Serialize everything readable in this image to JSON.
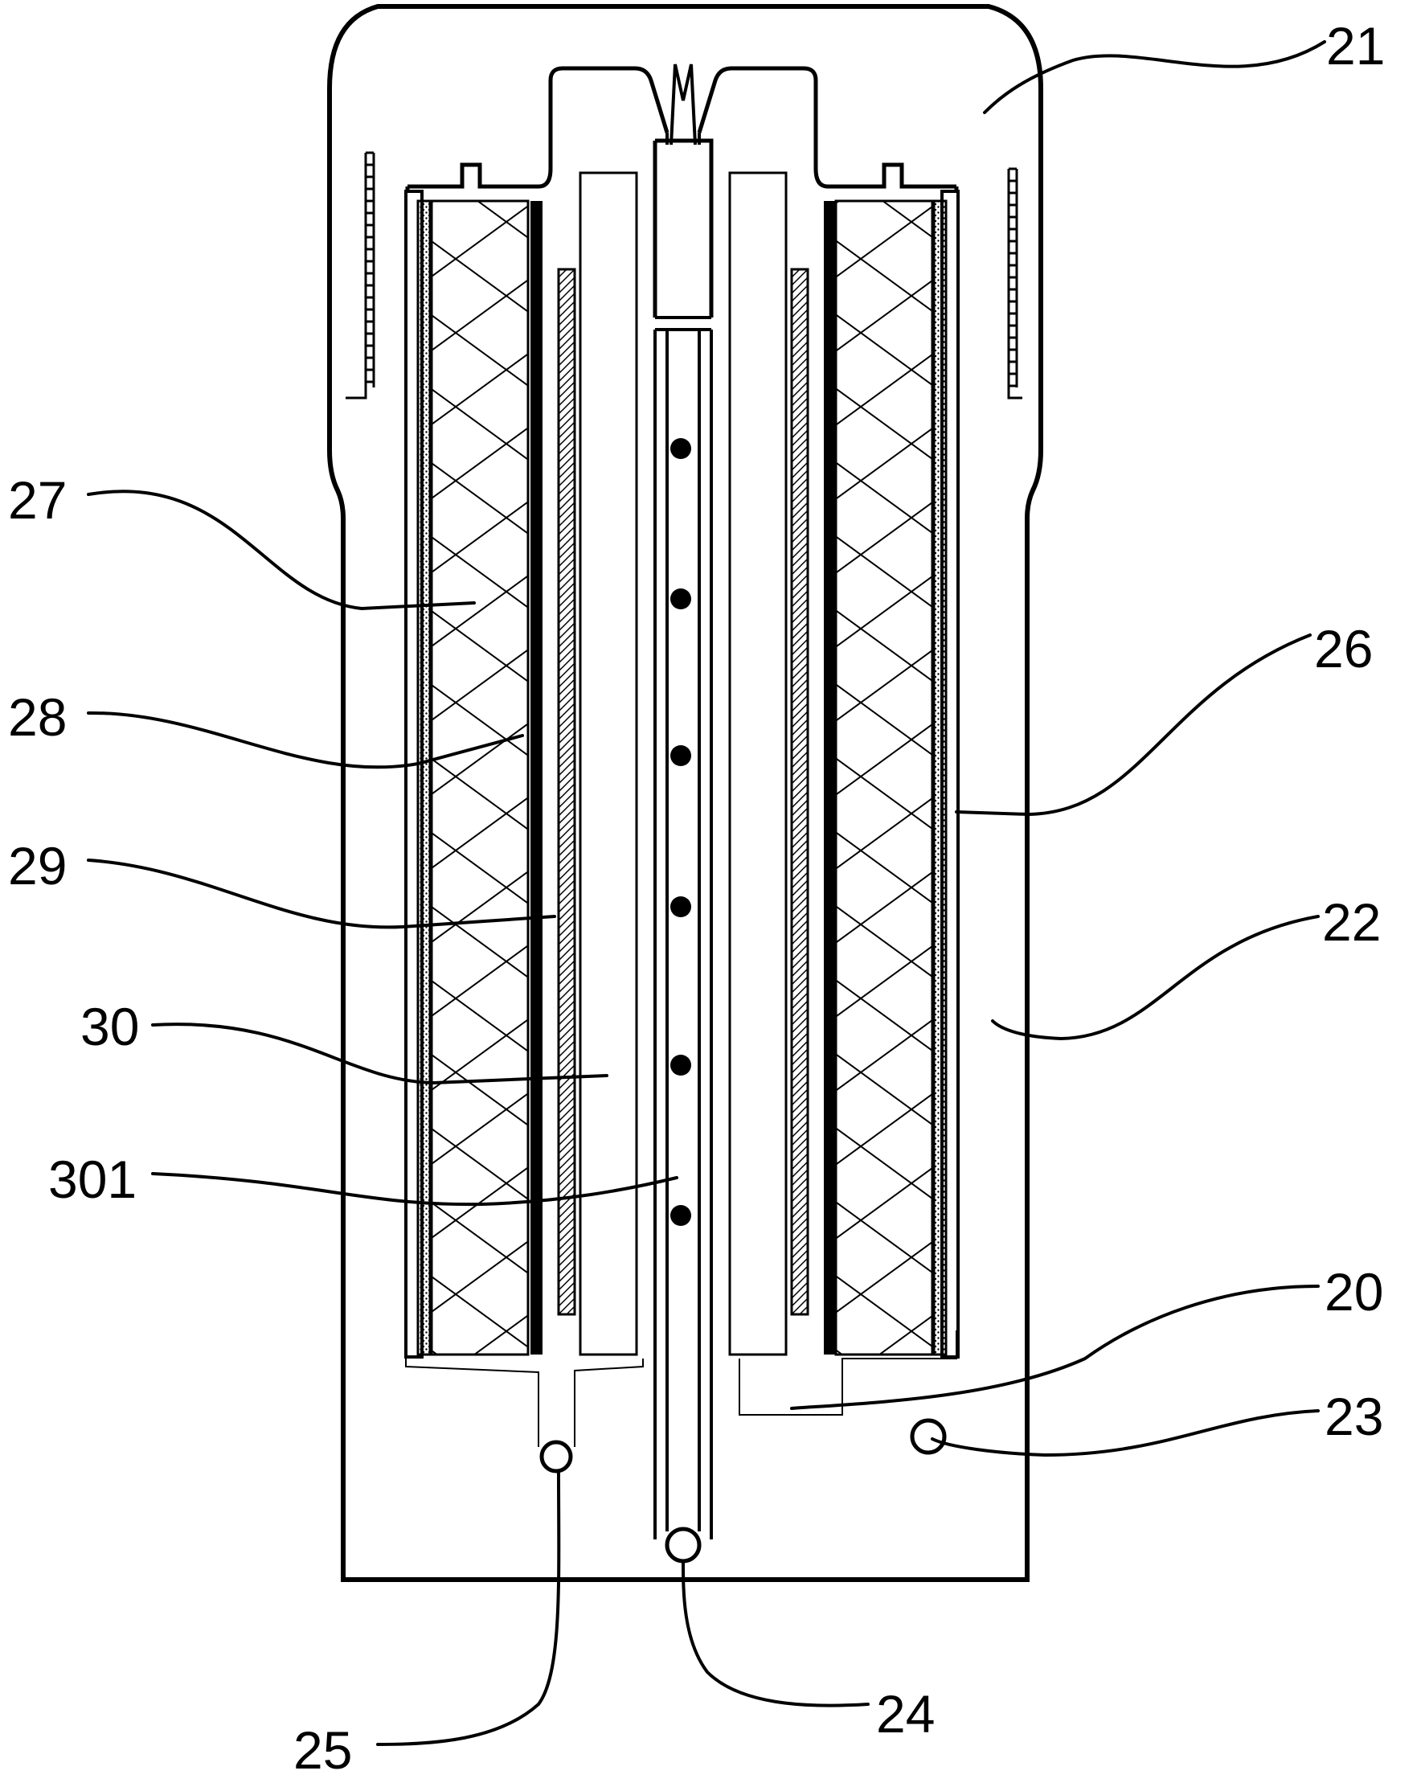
{
  "figure": {
    "labels": {
      "l21": "21",
      "l27": "27",
      "l26": "26",
      "l28": "28",
      "l29": "29",
      "l22": "22",
      "l30": "30",
      "l301": "301",
      "l20": "20",
      "l23": "23",
      "l25": "25",
      "l24": "24"
    }
  },
  "colors": {
    "line": "#000000",
    "background": "#ffffff"
  }
}
